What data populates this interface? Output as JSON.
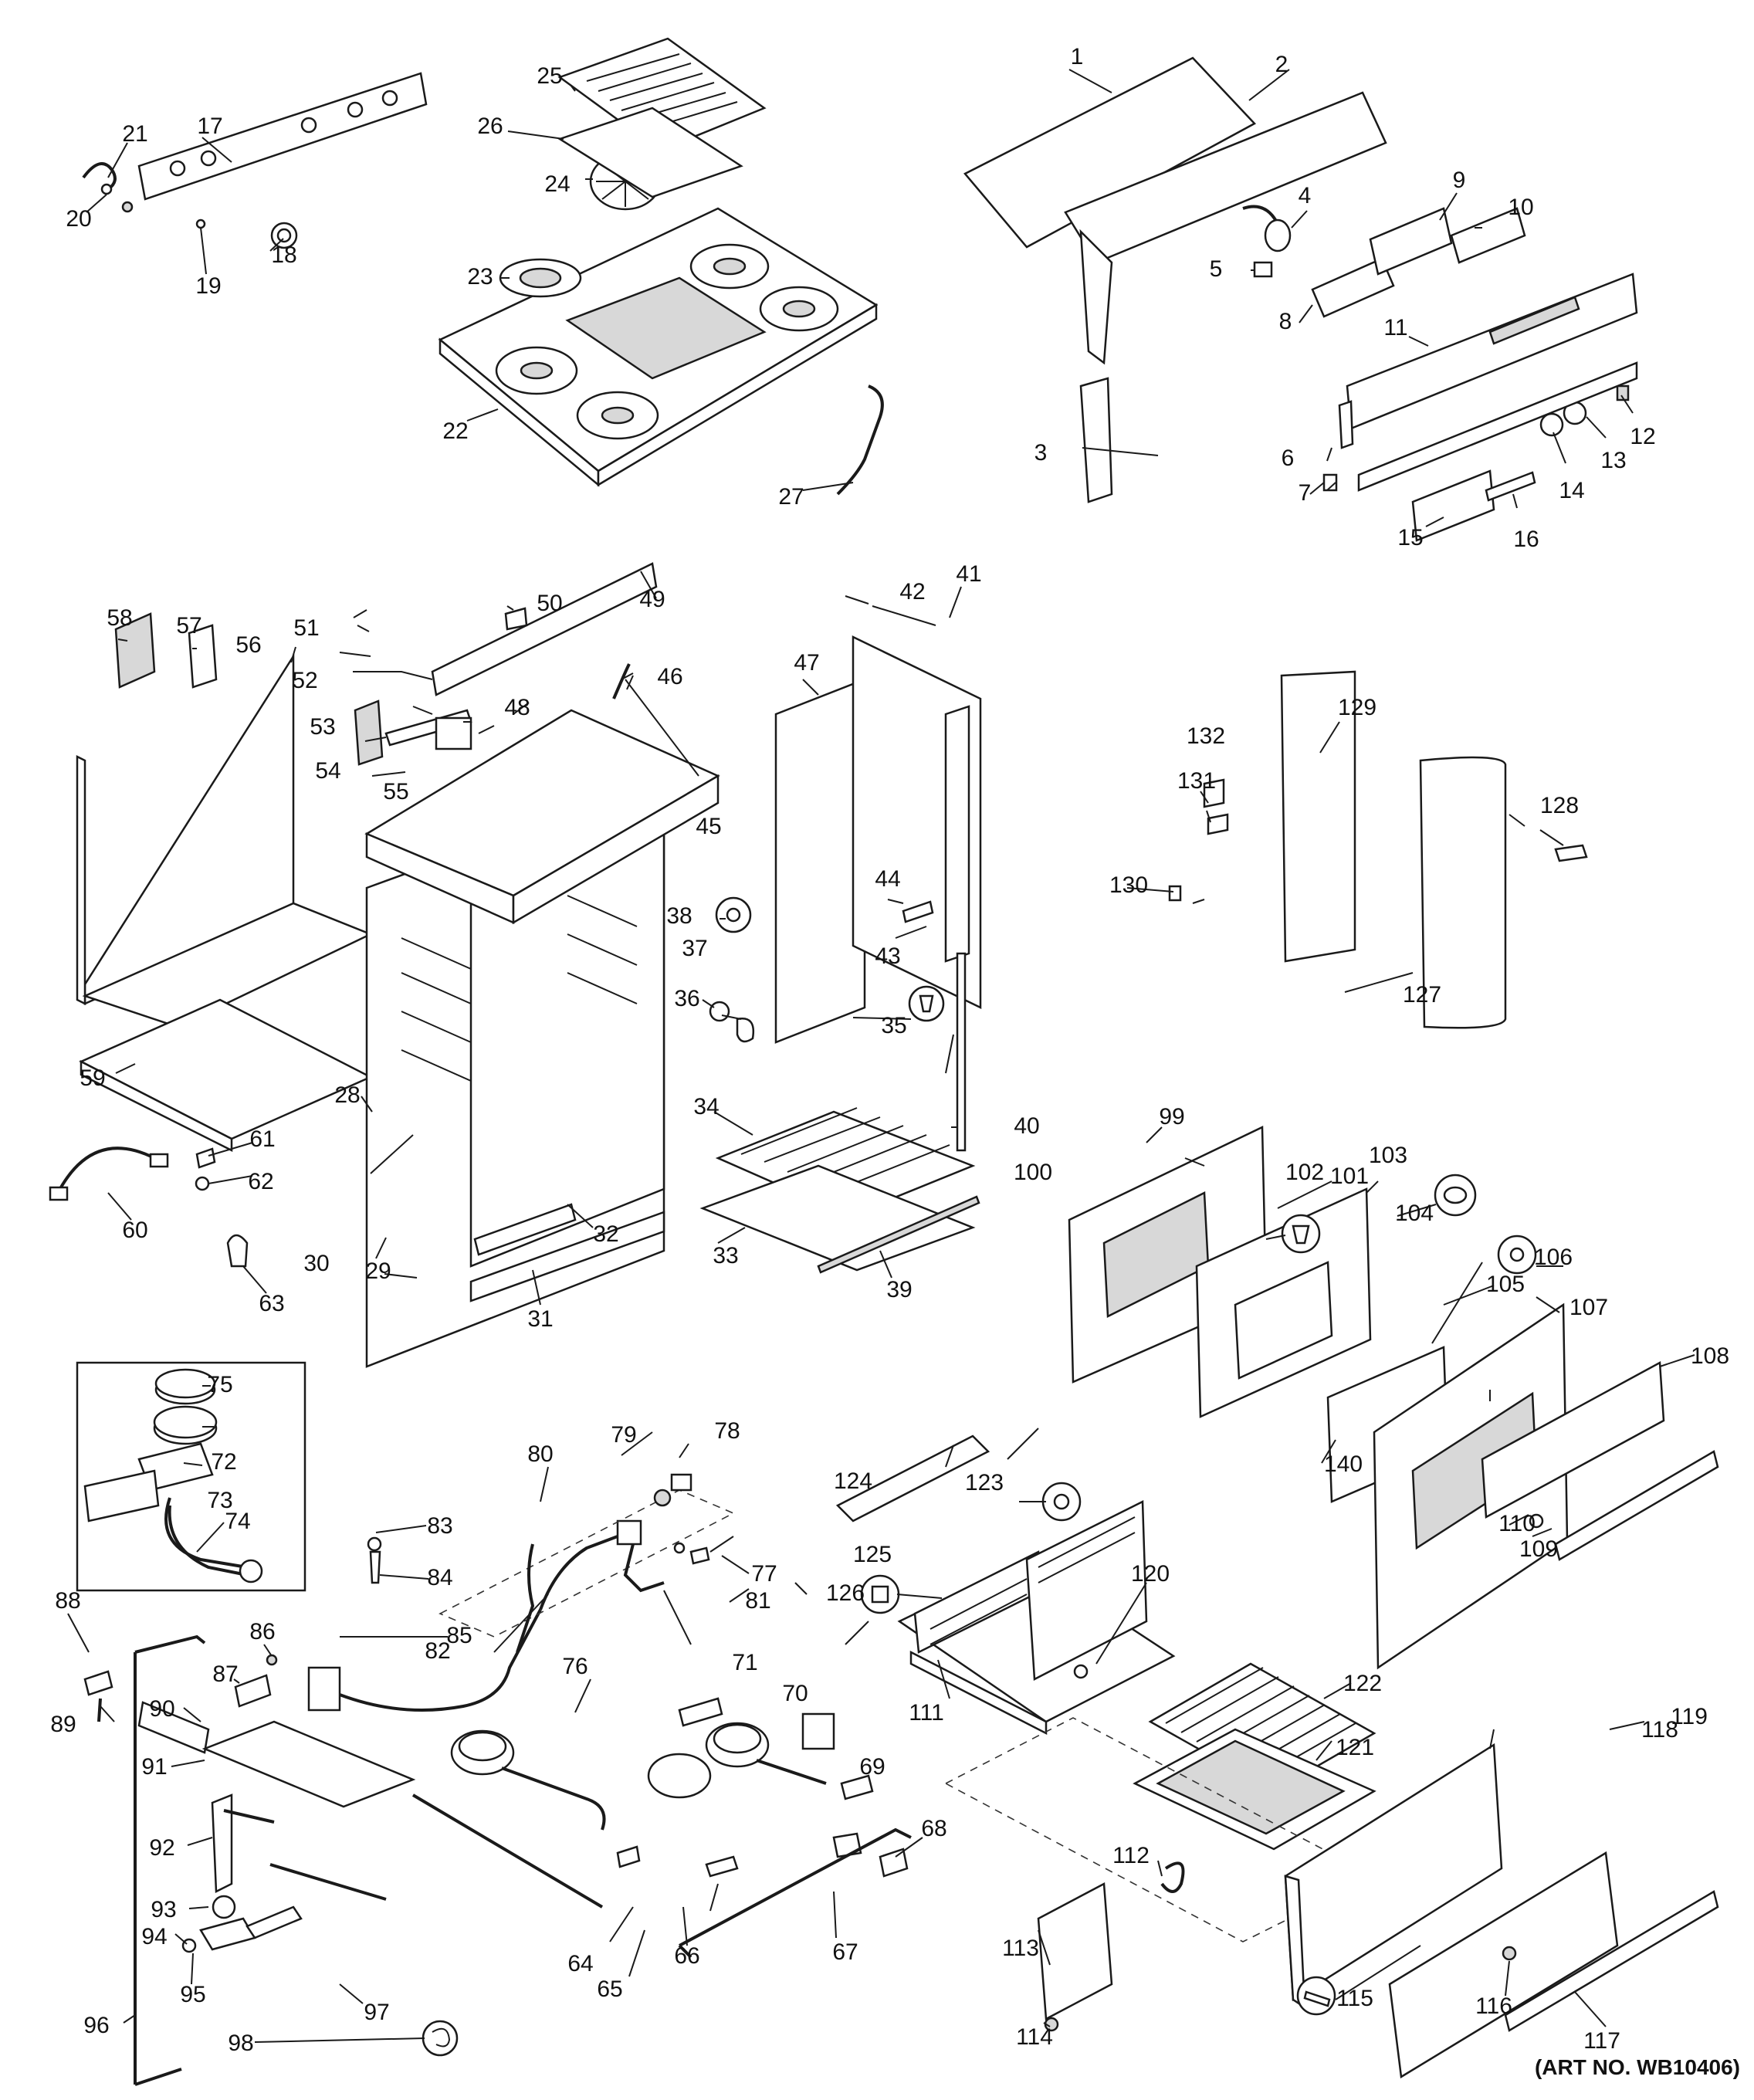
{
  "part_numbers": [
    "1",
    "2",
    "3",
    "4",
    "5",
    "6",
    "7",
    "8",
    "9",
    "10",
    "11",
    "12",
    "13",
    "14",
    "15",
    "16",
    "17",
    "18",
    "19",
    "20",
    "21",
    "22",
    "23",
    "24",
    "25",
    "26",
    "27",
    "28",
    "29",
    "30",
    "31",
    "32",
    "33",
    "34",
    "35",
    "36",
    "37",
    "38",
    "39",
    "40",
    "41",
    "42",
    "43",
    "44",
    "45",
    "46",
    "47",
    "48",
    "49",
    "50",
    "51",
    "52",
    "53",
    "54",
    "55",
    "56",
    "57",
    "58",
    "59",
    "60",
    "61",
    "62",
    "63",
    "64",
    "65",
    "66",
    "67",
    "68",
    "69",
    "70",
    "71",
    "72",
    "73",
    "74",
    "75",
    "76",
    "77",
    "78",
    "79",
    "80",
    "81",
    "82",
    "83",
    "84",
    "85",
    "86",
    "87",
    "88",
    "89",
    "90",
    "91",
    "92",
    "93",
    "94",
    "95",
    "96",
    "97",
    "98",
    "99",
    "100",
    "101",
    "102",
    "103",
    "104",
    "105",
    "106",
    "107",
    "108",
    "109",
    "110",
    "111",
    "112",
    "113",
    "114",
    "115",
    "116",
    "117",
    "118",
    "119",
    "120",
    "121",
    "122",
    "123",
    "124",
    "125",
    "126",
    "127",
    "128",
    "129",
    "130",
    "131",
    "132",
    "140"
  ],
  "art_number": "(ART NO. WB10406)",
  "colors": {
    "line": "#1a1a1a",
    "background": "#ffffff",
    "shade": "#d8d8d8"
  }
}
